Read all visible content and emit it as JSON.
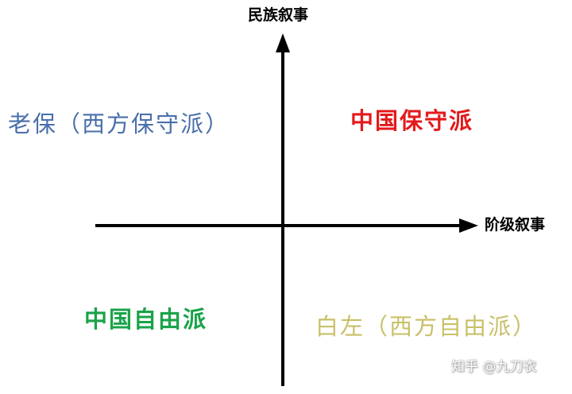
{
  "axes": {
    "y_label": "民族叙事",
    "x_label": "阶级叙事"
  },
  "quadrants": {
    "top_left": "老保（西方保守派）",
    "top_right": "中国保守派",
    "bottom_left": "中国自由派",
    "bottom_right": "白左（西方自由派）"
  },
  "watermark": "知乎 @九刀衣",
  "colors": {
    "axis": "#000000",
    "top_left": "#4a6fab",
    "top_right": "#e31a1c",
    "bottom_left": "#1aa34a",
    "bottom_right": "#c8c068"
  },
  "icons": {
    "y_axis_arrow": "arrow-up",
    "x_axis_arrow": "arrow-right"
  }
}
